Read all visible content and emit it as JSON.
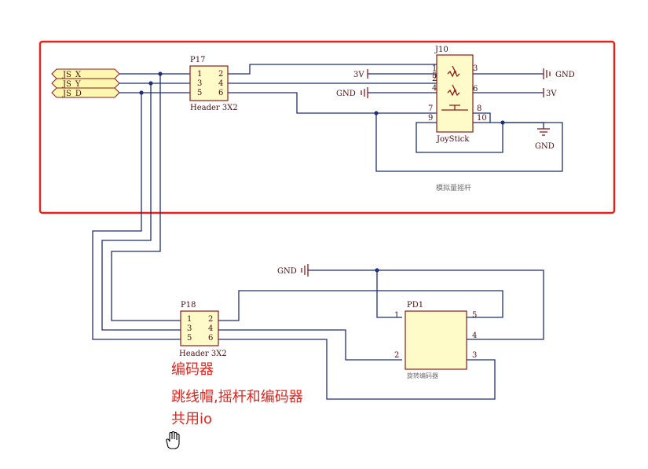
{
  "net_labels": [
    "JS_X",
    "JS_Y",
    "JS_D"
  ],
  "p17": {
    "ref": "P17",
    "name": "Header 3X2",
    "pins": [
      "1",
      "2",
      "3",
      "4",
      "5",
      "6"
    ]
  },
  "j10": {
    "ref": "J10",
    "name": "JoyStick",
    "pins": [
      "1",
      "2",
      "3",
      "4",
      "5",
      "6",
      "7",
      "8",
      "9",
      "10"
    ]
  },
  "p18": {
    "ref": "P18",
    "name": "Header 3X2",
    "pins": [
      "1",
      "2",
      "3",
      "4",
      "5",
      "6"
    ]
  },
  "pd1": {
    "ref": "PD1",
    "name": "旋转编码器",
    "pins": [
      "1",
      "2",
      "3",
      "4",
      "5"
    ]
  },
  "power": {
    "v3_left": "3V",
    "v3_right": "3V",
    "gnd_left": "GND",
    "gnd_right": "GND",
    "gnd_bottom": "GND",
    "gnd_pd1": "GND"
  },
  "module_title": "模拟量摇杆",
  "annotations": {
    "line1": "编码器",
    "line2": "跳线帽,摇杆和编码器",
    "line3": "共用io"
  },
  "colors": {
    "frame": "#e8221a",
    "wire": "#1f2f7a",
    "component": "#8b1a1a",
    "component_fill": "#fffbc8",
    "annotation": "#e8221a"
  }
}
